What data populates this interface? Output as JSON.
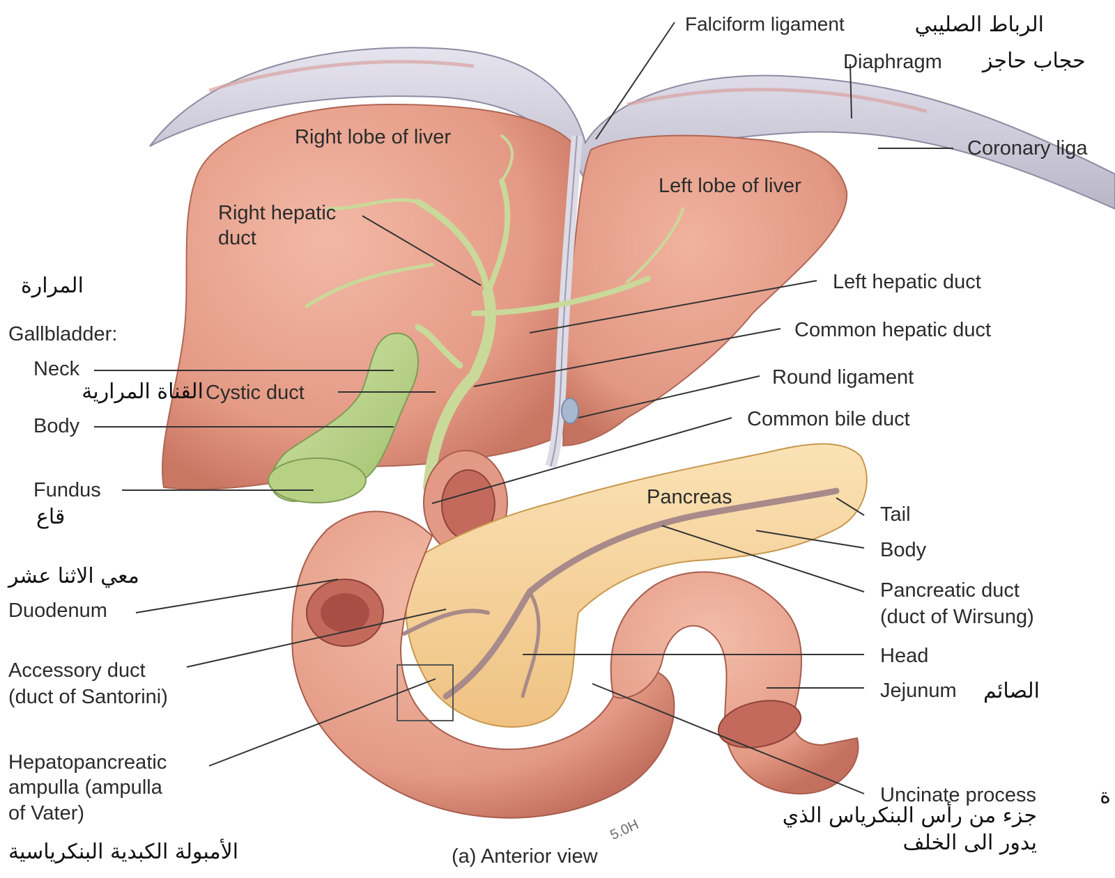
{
  "labels": {
    "falciform": "Falciform ligament",
    "diaphragm": "Diaphragm",
    "coronary": "Coronary liga",
    "right_lobe": "Right lobe of liver",
    "left_lobe": "Left lobe of liver",
    "right_hepatic_duct": "Right hepatic\nduct",
    "left_hepatic_duct": "Left hepatic duct",
    "common_hepatic_duct": "Common hepatic duct",
    "round_ligament": "Round ligament",
    "common_bile_duct": "Common bile duct",
    "gallbladder": "Gallbladder:",
    "neck": "Neck",
    "cystic_duct": "Cystic duct",
    "body_gb": "Body",
    "fundus": "Fundus",
    "pancreas": "Pancreas",
    "tail": "Tail",
    "body_pancreas": "Body",
    "pancreatic_duct": "Pancreatic duct\n(duct of Wirsung)",
    "head": "Head",
    "jejunum": "Jejunum",
    "uncinate": "Uncinate process",
    "duodenum": "Duodenum",
    "accessory_duct": "Accessory duct\n(duct of Santorini)",
    "ampulla": "Hepatopancreatic\nampulla (ampulla\nof Vater)",
    "view": "(a) Anterior view",
    "signature": "5.0H"
  },
  "arabic": {
    "falciform": "الرباط الصليبي",
    "diaphragm": "حجاب حاجز",
    "gallbladder": "المرارة",
    "cystic_duct": "القناة المرارية",
    "fundus": "قاع",
    "duodenum": "معي الاثنا عشر",
    "jejunum": "الصائم",
    "uncinate": "جزء من رأس البنكرياس الذي\nيدور الى الخلف",
    "ampulla": "الأمبولة الكبدية البنكرياسية",
    "edge_fragment": "ة"
  },
  "colors": {
    "liver": "#e7a08c",
    "gallbladder": "#b9d48f",
    "pancreas": "#f6d5a0",
    "duodenum": "#e79f8c",
    "diaphragm": "#cbc9d6",
    "bile_duct": "#c9d99a",
    "pancreatic_duct": "#a98a8a"
  }
}
